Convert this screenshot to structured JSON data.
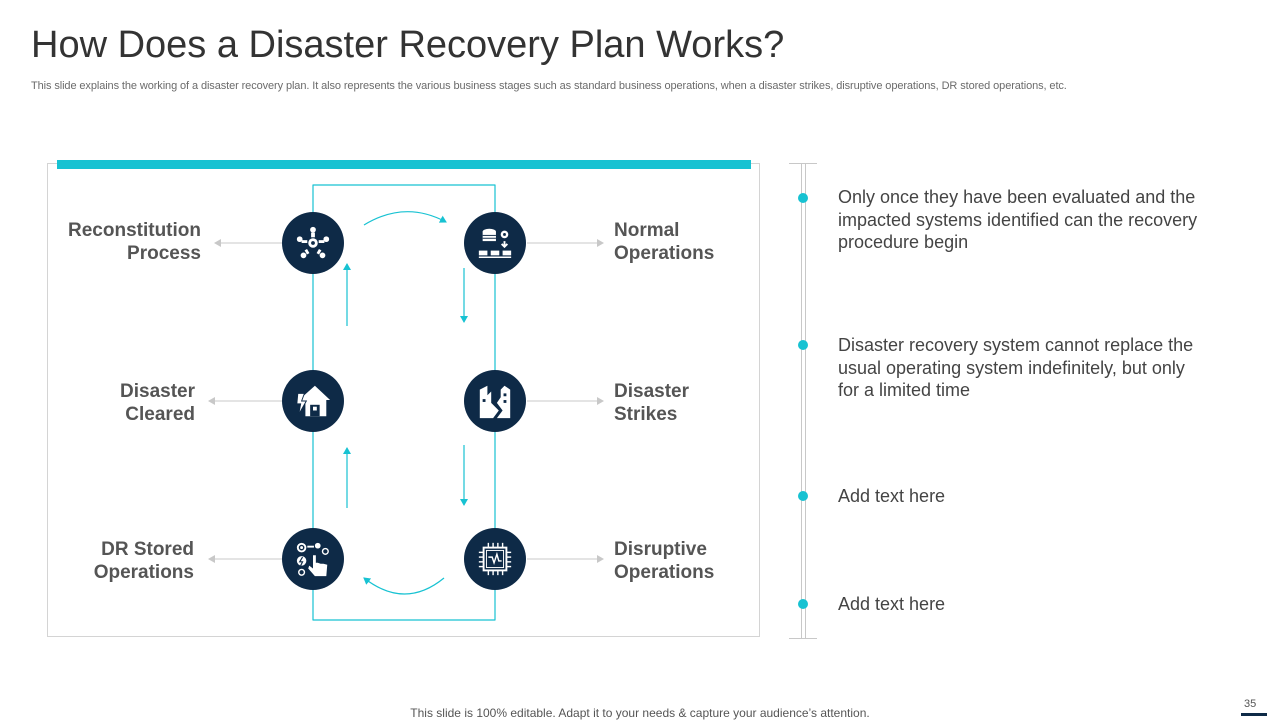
{
  "header": {
    "title": "How Does a Disaster Recovery Plan Works?",
    "subtitle": "This slide explains the working of a disaster recovery plan. It also represents the various business stages such as standard business operations, when a disaster strikes, disruptive operations, DR stored operations, etc."
  },
  "stages": {
    "reconstitution": {
      "line1": "Reconstitution",
      "line2": "Process",
      "icon": "team-gear-icon"
    },
    "normal": {
      "line1": "Normal",
      "line2": "Operations",
      "icon": "database-network-icon"
    },
    "cleared": {
      "line1": "Disaster",
      "line2": "Cleared",
      "icon": "house-lightning-icon"
    },
    "strikes": {
      "line1": "Disaster",
      "line2": "Strikes",
      "icon": "collapsing-building-icon"
    },
    "stored": {
      "line1": "DR Stored",
      "line2": "Operations",
      "icon": "operations-control-icon"
    },
    "disruptive": {
      "line1": "Disruptive",
      "line2": "Operations",
      "icon": "circuit-chip-icon"
    }
  },
  "points": [
    {
      "text": "Only once they have been evaluated and the impacted systems identified can the recovery procedure begin"
    },
    {
      "text": "Disaster recovery system cannot replace the usual operating system indefinitely, but only for a limited time"
    },
    {
      "text": "Add text here"
    },
    {
      "text": "Add text here"
    }
  ],
  "footer": {
    "note": "This slide is 100% editable. Adapt it to your needs & capture your audience’s attention.",
    "page_number": "35"
  },
  "colors": {
    "accent": "#17c2d2",
    "node": "#0e2a47",
    "text": "#555555"
  }
}
